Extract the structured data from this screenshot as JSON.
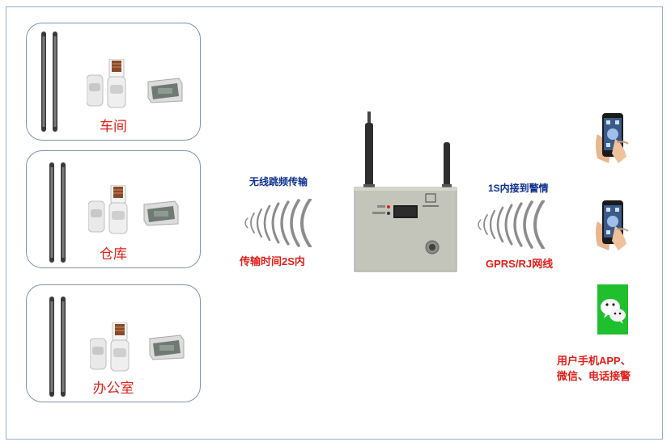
{
  "zones": [
    {
      "label": "车间"
    },
    {
      "label": "仓库"
    },
    {
      "label": "办公室"
    }
  ],
  "left_link": {
    "top_caption": "无线跳频传输",
    "bottom_caption": "传输时间2S内"
  },
  "right_link": {
    "top_caption": "1S内接到警情",
    "bottom_caption": "GPRS/RJ网线"
  },
  "endpoints_caption": {
    "line1": "用户手机APP、",
    "line2": "微信、电话接警"
  },
  "colors": {
    "label_red": "#e0201a",
    "caption_blue": "#0d2f8f",
    "zone_border": "#7d93ad",
    "wechat_green": "#1fbf2e"
  }
}
